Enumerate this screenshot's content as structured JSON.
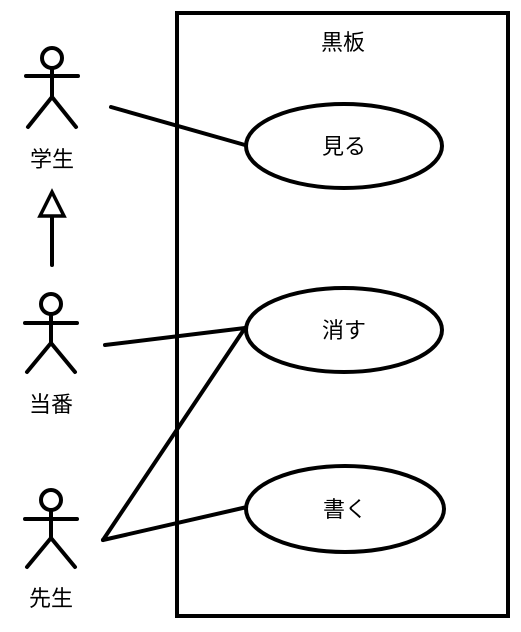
{
  "diagram": {
    "type": "use-case",
    "system": {
      "label": "黒板"
    },
    "use_cases": {
      "see": "見る",
      "erase": "消す",
      "write": "書く"
    },
    "actors": {
      "student": "学生",
      "duty": "当番",
      "teacher": "先生"
    },
    "associations": [
      {
        "actor": "学生",
        "use_case": "見る"
      },
      {
        "actor": "当番",
        "use_case": "消す"
      },
      {
        "actor": "先生",
        "use_case": "消す"
      },
      {
        "actor": "先生",
        "use_case": "書く"
      }
    ],
    "generalizations": [
      {
        "child": "当番",
        "parent": "学生"
      }
    ]
  }
}
